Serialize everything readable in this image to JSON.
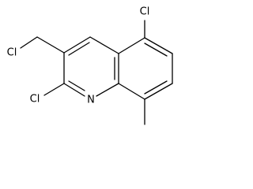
{
  "molecule": {
    "atom_labels": {
      "cl_top": "Cl",
      "cl_left": "Cl",
      "cl_bottom": "Cl",
      "nitrogen": "N"
    }
  }
}
